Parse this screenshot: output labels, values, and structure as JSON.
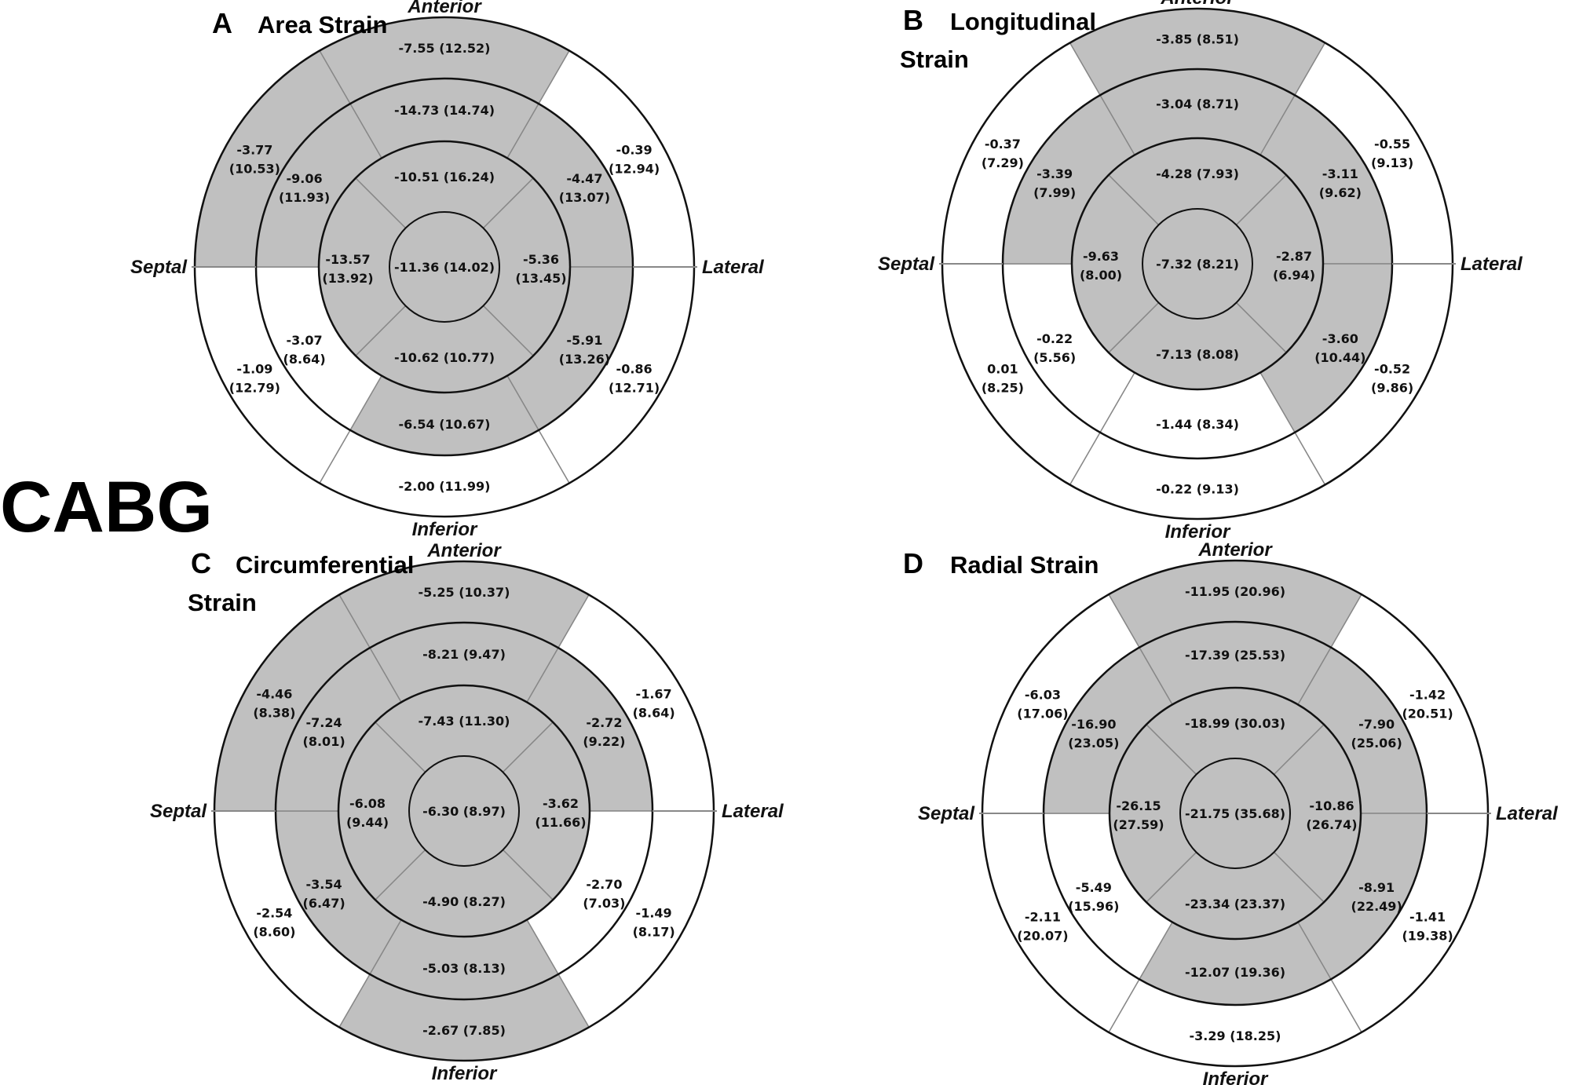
{
  "group_label": "CABG",
  "panels": [
    {
      "letter": "A",
      "title_lines": [
        "Area Strain"
      ],
      "orientation": {
        "anterior": "Anterior",
        "inferior": "Inferior",
        "septal": "Septal",
        "lateral": "Lateral"
      },
      "apex": {
        "value": "-11.36",
        "sd": "(14.02)"
      },
      "apical": [
        {
          "name": "anterior",
          "value": "-10.51",
          "sd": "(16.24)",
          "impaired": true
        },
        {
          "name": "lateral",
          "value": "-5.36",
          "sd": "(13.45)",
          "impaired": true
        },
        {
          "name": "inferior",
          "value": "-10.62",
          "sd": "(10.77)",
          "impaired": true
        },
        {
          "name": "septal",
          "value": "-13.57",
          "sd": "(13.92)",
          "impaired": true
        }
      ],
      "mid": [
        {
          "name": "anterior",
          "value": "-14.73",
          "sd": "(14.74)",
          "impaired": true
        },
        {
          "name": "anterolateral",
          "value": "-4.47",
          "sd": "(13.07)",
          "impaired": true
        },
        {
          "name": "inferolateral",
          "value": "-5.91",
          "sd": "(13.26)",
          "impaired": true
        },
        {
          "name": "inferior",
          "value": "-6.54",
          "sd": "(10.67)",
          "impaired": true
        },
        {
          "name": "inferoseptal",
          "value": "-3.07",
          "sd": "(8.64)",
          "impaired": false
        },
        {
          "name": "anteroseptal",
          "value": "-9.06",
          "sd": "(11.93)",
          "impaired": true
        }
      ],
      "basal": [
        {
          "name": "anterior",
          "value": "-7.55",
          "sd": "(12.52)",
          "impaired": true
        },
        {
          "name": "anterolateral",
          "value": "-0.39",
          "sd": "(12.94)",
          "impaired": false
        },
        {
          "name": "inferolateral",
          "value": "-0.86",
          "sd": "(12.71)",
          "impaired": false
        },
        {
          "name": "inferior",
          "value": "-2.00",
          "sd": "(11.99)",
          "impaired": false
        },
        {
          "name": "inferoseptal",
          "value": "-1.09",
          "sd": "(12.79)",
          "impaired": false
        },
        {
          "name": "anteroseptal",
          "value": "-3.77",
          "sd": "(10.53)",
          "impaired": true
        }
      ]
    },
    {
      "letter": "B",
      "title_lines": [
        "Longitudinal",
        "Strain"
      ],
      "orientation": {
        "anterior": "Anterior",
        "inferior": "Inferior",
        "septal": "Septal",
        "lateral": "Lateral"
      },
      "apex": {
        "value": "-7.32",
        "sd": "(8.21)"
      },
      "apical": [
        {
          "name": "anterior",
          "value": "-4.28",
          "sd": "(7.93)",
          "impaired": true
        },
        {
          "name": "lateral",
          "value": "-2.87",
          "sd": "(6.94)",
          "impaired": true
        },
        {
          "name": "inferior",
          "value": "-7.13",
          "sd": "(8.08)",
          "impaired": true
        },
        {
          "name": "septal",
          "value": "-9.63",
          "sd": "(8.00)",
          "impaired": true
        }
      ],
      "mid": [
        {
          "name": "anterior",
          "value": "-3.04",
          "sd": "(8.71)",
          "impaired": true
        },
        {
          "name": "anterolateral",
          "value": "-3.11",
          "sd": "(9.62)",
          "impaired": true
        },
        {
          "name": "inferolateral",
          "value": "-3.60",
          "sd": "(10.44)",
          "impaired": true
        },
        {
          "name": "inferior",
          "value": "-1.44",
          "sd": "(8.34)",
          "impaired": false
        },
        {
          "name": "inferoseptal",
          "value": "-0.22",
          "sd": "(5.56)",
          "impaired": false
        },
        {
          "name": "anteroseptal",
          "value": "-3.39",
          "sd": "(7.99)",
          "impaired": true
        }
      ],
      "basal": [
        {
          "name": "anterior",
          "value": "-3.85",
          "sd": "(8.51)",
          "impaired": true
        },
        {
          "name": "anterolateral",
          "value": "-0.55",
          "sd": "(9.13)",
          "impaired": false
        },
        {
          "name": "inferolateral",
          "value": "-0.52",
          "sd": "(9.86)",
          "impaired": false
        },
        {
          "name": "inferior",
          "value": "-0.22",
          "sd": "(9.13)",
          "impaired": false
        },
        {
          "name": "inferoseptal",
          "value": "0.01",
          "sd": "(8.25)",
          "impaired": false
        },
        {
          "name": "anteroseptal",
          "value": "-0.37",
          "sd": "(7.29)",
          "impaired": false
        }
      ]
    },
    {
      "letter": "C",
      "title_lines": [
        "Circumferential",
        "Strain"
      ],
      "orientation": {
        "anterior": "Anterior",
        "inferior": "Inferior",
        "septal": "Septal",
        "lateral": "Lateral"
      },
      "apex": {
        "value": "-6.30",
        "sd": "(8.97)"
      },
      "apical": [
        {
          "name": "anterior",
          "value": "-7.43",
          "sd": "(11.30)",
          "impaired": true
        },
        {
          "name": "lateral",
          "value": "-3.62",
          "sd": "(11.66)",
          "impaired": true
        },
        {
          "name": "inferior",
          "value": "-4.90",
          "sd": "(8.27)",
          "impaired": true
        },
        {
          "name": "septal",
          "value": "-6.08",
          "sd": "(9.44)",
          "impaired": true
        }
      ],
      "mid": [
        {
          "name": "anterior",
          "value": "-8.21",
          "sd": "(9.47)",
          "impaired": true
        },
        {
          "name": "anterolateral",
          "value": "-2.72",
          "sd": "(9.22)",
          "impaired": true
        },
        {
          "name": "inferolateral",
          "value": "-2.70",
          "sd": "(7.03)",
          "impaired": false
        },
        {
          "name": "inferior",
          "value": "-5.03",
          "sd": "(8.13)",
          "impaired": true
        },
        {
          "name": "inferoseptal",
          "value": "-3.54",
          "sd": "(6.47)",
          "impaired": true
        },
        {
          "name": "anteroseptal",
          "value": "-7.24",
          "sd": "(8.01)",
          "impaired": true
        }
      ],
      "basal": [
        {
          "name": "anterior",
          "value": "-5.25",
          "sd": "(10.37)",
          "impaired": true
        },
        {
          "name": "anterolateral",
          "value": "-1.67",
          "sd": "(8.64)",
          "impaired": false
        },
        {
          "name": "inferolateral",
          "value": "-1.49",
          "sd": "(8.17)",
          "impaired": false
        },
        {
          "name": "inferior",
          "value": "-2.67",
          "sd": "(7.85)",
          "impaired": true
        },
        {
          "name": "inferoseptal",
          "value": "-2.54",
          "sd": "(8.60)",
          "impaired": false
        },
        {
          "name": "anteroseptal",
          "value": "-4.46",
          "sd": "(8.38)",
          "impaired": true
        }
      ]
    },
    {
      "letter": "D",
      "title_lines": [
        "Radial Strain"
      ],
      "orientation": {
        "anterior": "Anterior",
        "inferior": "Inferior",
        "septal": "Septal",
        "lateral": "Lateral"
      },
      "apex": {
        "value": "-21.75",
        "sd": "(35.68)"
      },
      "apical": [
        {
          "name": "anterior",
          "value": "-18.99",
          "sd": "(30.03)",
          "impaired": true
        },
        {
          "name": "lateral",
          "value": "-10.86",
          "sd": "(26.74)",
          "impaired": true
        },
        {
          "name": "inferior",
          "value": "-23.34",
          "sd": "(23.37)",
          "impaired": true
        },
        {
          "name": "septal",
          "value": "-26.15",
          "sd": "(27.59)",
          "impaired": true
        }
      ],
      "mid": [
        {
          "name": "anterior",
          "value": "-17.39",
          "sd": "(25.53)",
          "impaired": true
        },
        {
          "name": "anterolateral",
          "value": "-7.90",
          "sd": "(25.06)",
          "impaired": true
        },
        {
          "name": "inferolateral",
          "value": "-8.91",
          "sd": "(22.49)",
          "impaired": true
        },
        {
          "name": "inferior",
          "value": "-12.07",
          "sd": "(19.36)",
          "impaired": true
        },
        {
          "name": "inferoseptal",
          "value": "-5.49",
          "sd": "(15.96)",
          "impaired": false
        },
        {
          "name": "anteroseptal",
          "value": "-16.90",
          "sd": "(23.05)",
          "impaired": true
        }
      ],
      "basal": [
        {
          "name": "anterior",
          "value": "-11.95",
          "sd": "(20.96)",
          "impaired": true
        },
        {
          "name": "anterolateral",
          "value": "-1.42",
          "sd": "(20.51)",
          "impaired": false
        },
        {
          "name": "inferolateral",
          "value": "-1.41",
          "sd": "(19.38)",
          "impaired": false
        },
        {
          "name": "inferior",
          "value": "-3.29",
          "sd": "(18.25)",
          "impaired": false
        },
        {
          "name": "inferoseptal",
          "value": "-2.11",
          "sd": "(20.07)",
          "impaired": false
        },
        {
          "name": "anteroseptal",
          "value": "-6.03",
          "sd": "(17.06)",
          "impaired": false
        }
      ]
    }
  ],
  "colors": {
    "impaired_fill": "#c0c0c0",
    "normal_fill": "#ffffff",
    "stroke": "#111111",
    "divider": "#888888"
  }
}
